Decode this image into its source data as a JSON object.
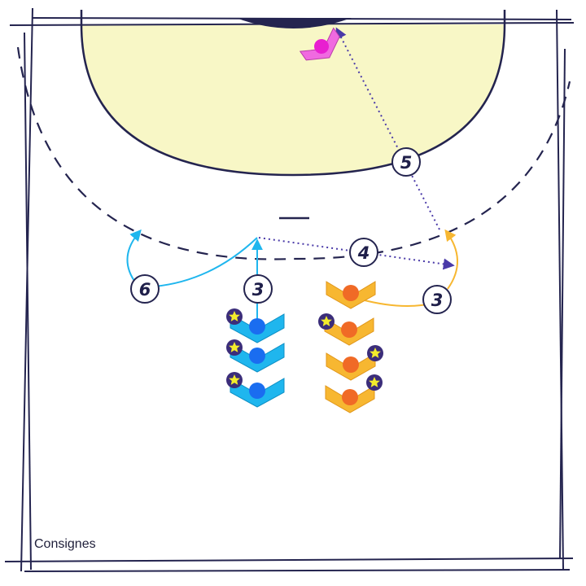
{
  "caption": "Consignes",
  "colors": {
    "line": "#24244f",
    "goal_area": "#f8f7c6",
    "blue_team": "#1fb6ee",
    "blue_ball": "#1a6df0",
    "orange_team": "#f7b731",
    "orange_ball": "#f06a26",
    "goalkeeper": "#f06ae0",
    "star": "#f3ec2c",
    "pass_arrow": "#4a3aa8"
  },
  "steps": [
    {
      "id": "step-6",
      "label": "6"
    },
    {
      "id": "step-3-left",
      "label": "3"
    },
    {
      "id": "step-4",
      "label": "4"
    },
    {
      "id": "step-3-right",
      "label": "3"
    },
    {
      "id": "step-5",
      "label": "5"
    }
  ],
  "players": {
    "blue_column": [
      "player",
      "player",
      "player"
    ],
    "orange_column": [
      "player",
      "player",
      "player",
      "player"
    ],
    "goalkeeper": "goalkeeper"
  },
  "icons": {
    "star": "star-icon",
    "ball": "ball-icon",
    "chevron": "player-chevron-icon"
  }
}
